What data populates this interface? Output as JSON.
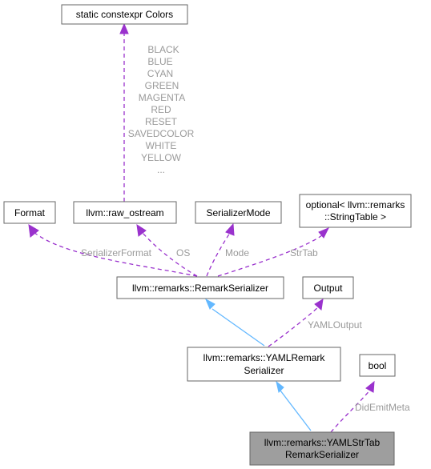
{
  "nodes": {
    "colors": "static constexpr Colors",
    "format": "Format",
    "raw_ostream": "llvm::raw_ostream",
    "serializer_mode": "SerializerMode",
    "optional_line1": "optional< llvm::remarks",
    "optional_line2": "::StringTable >",
    "remark_serializer": "llvm::remarks::RemarkSerializer",
    "output": "Output",
    "yaml_line1": "llvm::remarks::YAMLRemark",
    "yaml_line2": "Serializer",
    "bool": "bool",
    "focus_line1": "llvm::remarks::YAMLStrTab",
    "focus_line2": "RemarkSerializer"
  },
  "colors_values": [
    "BLACK",
    "BLUE",
    "CYAN",
    "GREEN",
    "MAGENTA",
    "RED",
    "RESET",
    "SAVEDCOLOR",
    "WHITE",
    "YELLOW",
    "..."
  ],
  "edge_labels": {
    "serializer_format": "SerializerFormat",
    "os": "OS",
    "mode": "Mode",
    "strtab": "StrTab",
    "yaml_output": "YAMLOutput",
    "did_emit_meta": "DidEmitMeta"
  },
  "palette": {
    "inheritance_edge": "#63b8ff",
    "member_edge": "#9a32cd",
    "focus_fill": "#9e9e9e",
    "label_text": "#9a9a9a"
  }
}
